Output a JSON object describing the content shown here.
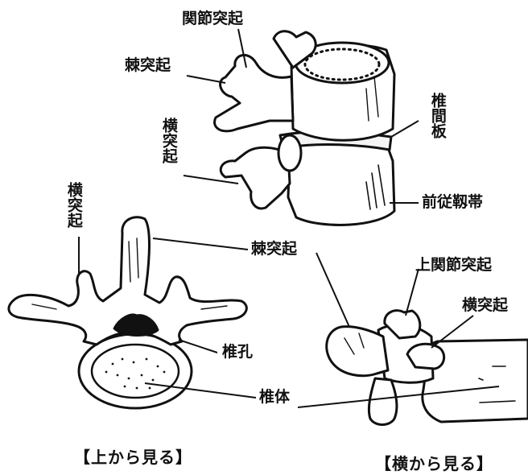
{
  "colors": {
    "ink": "#111111",
    "paper": "#ffffff"
  },
  "labels": {
    "articular_process": "関節突起",
    "spinous_process_side": "棘突起",
    "transverse_process_side": "横突起",
    "intervertebral_disc": "椎間板",
    "anterior_longitudinal_ligament": "前従靱帯",
    "transverse_process_top": "横突起",
    "spinous_process_top": "棘突起",
    "vertebral_foramen": "椎孔",
    "vertebral_body": "椎体",
    "superior_articular_process": "上関節突起",
    "transverse_process_right": "横突起"
  },
  "captions": {
    "top_view": "【上から見る】",
    "side_view": "【横から見る】"
  }
}
